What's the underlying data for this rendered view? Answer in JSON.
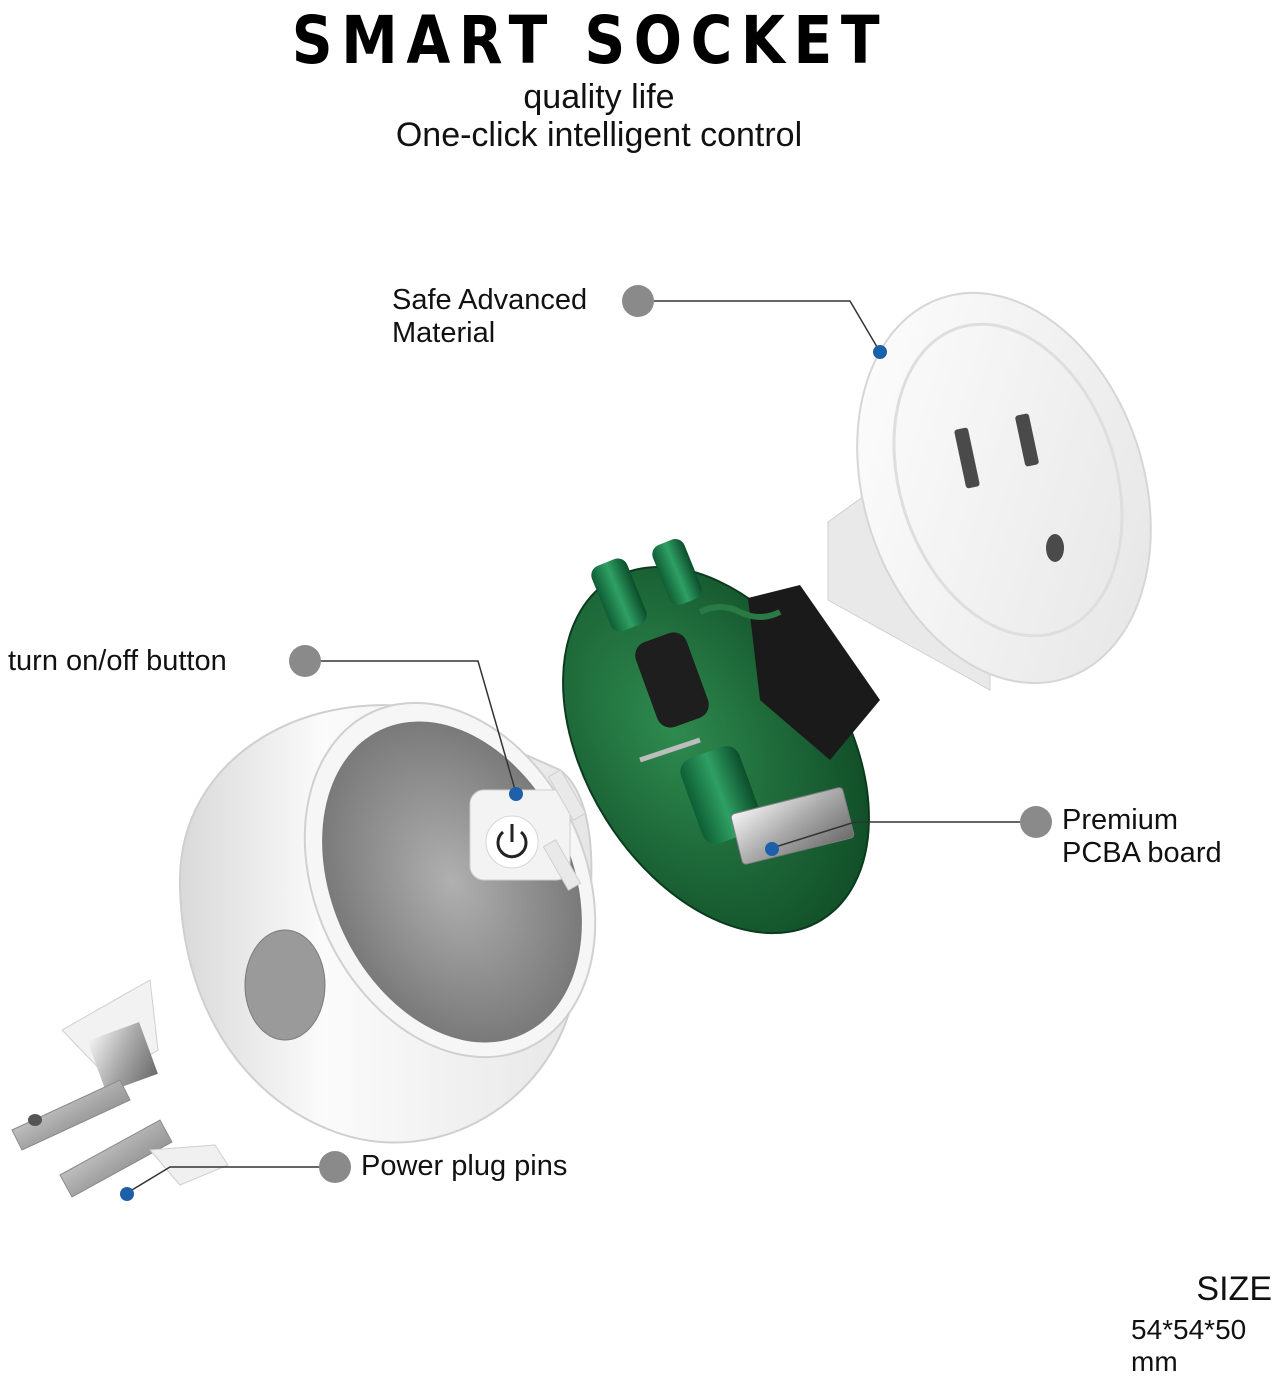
{
  "header": {
    "title": "SMART SOCKET",
    "subtitle_line1": "quality life",
    "subtitle_line2": "One-click intelligent control"
  },
  "callouts": {
    "material": {
      "line1": "Safe Advanced",
      "line2": "Material"
    },
    "button": "turn on/off button",
    "pcba": {
      "line1": "Premium",
      "line2": "PCBA board"
    },
    "pins": "Power plug pins"
  },
  "size": {
    "title": "SIZE",
    "value_line1": "54*54*50",
    "value_line2": "mm"
  },
  "colors": {
    "callout_dot": "#8a8a8a",
    "anchor_dot": "#1d5fa8",
    "pcb_green": "#1f6b3a",
    "shell_white": "#f2f2f2",
    "shell_inner": "#8c8c8c"
  }
}
